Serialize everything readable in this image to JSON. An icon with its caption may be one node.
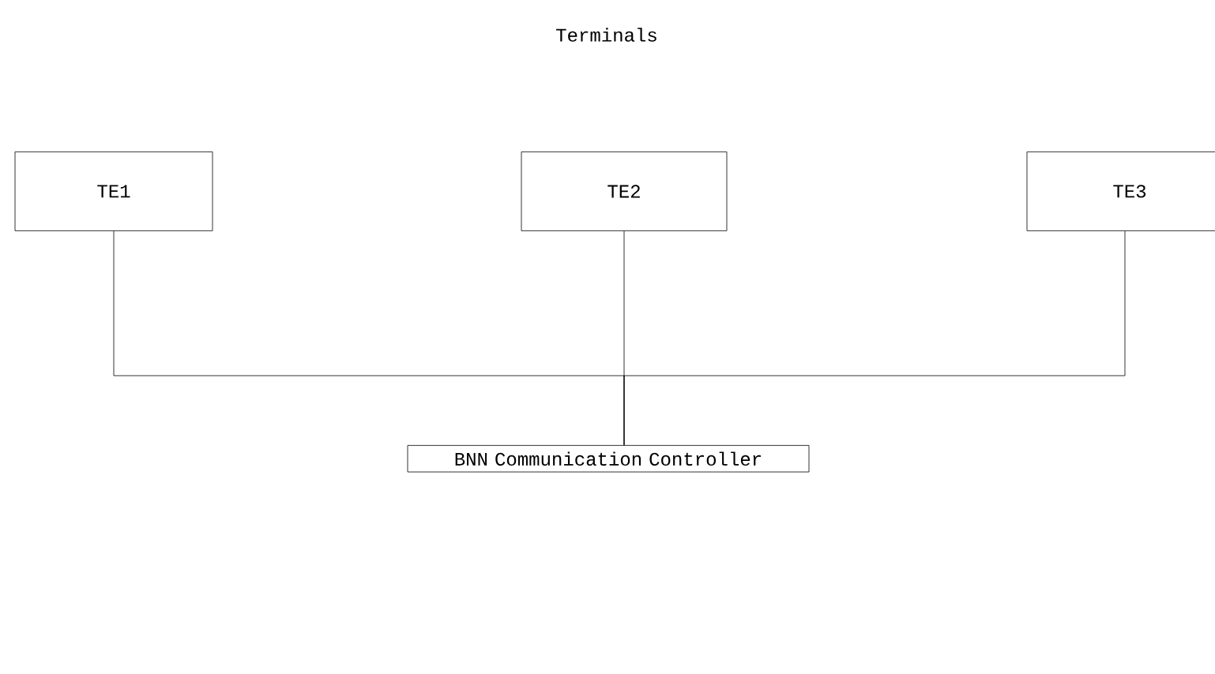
{
  "diagram": {
    "title": "Terminals",
    "nodes": [
      {
        "text": [
          "TE1"
        ]
      },
      {
        "text": [
          "TE2"
        ]
      },
      {
        "text": [
          "TE3"
        ]
      },
      {
        "text": [
          "BNN Communication Controller"
        ]
      }
    ],
    "edges": [
      {
        "from": 0,
        "to": 3,
        "arrow": "none"
      },
      {
        "from": 1,
        "to": 3,
        "arrow": "none"
      },
      {
        "from": 2,
        "to": 3,
        "arrow": "none"
      }
    ]
  }
}
